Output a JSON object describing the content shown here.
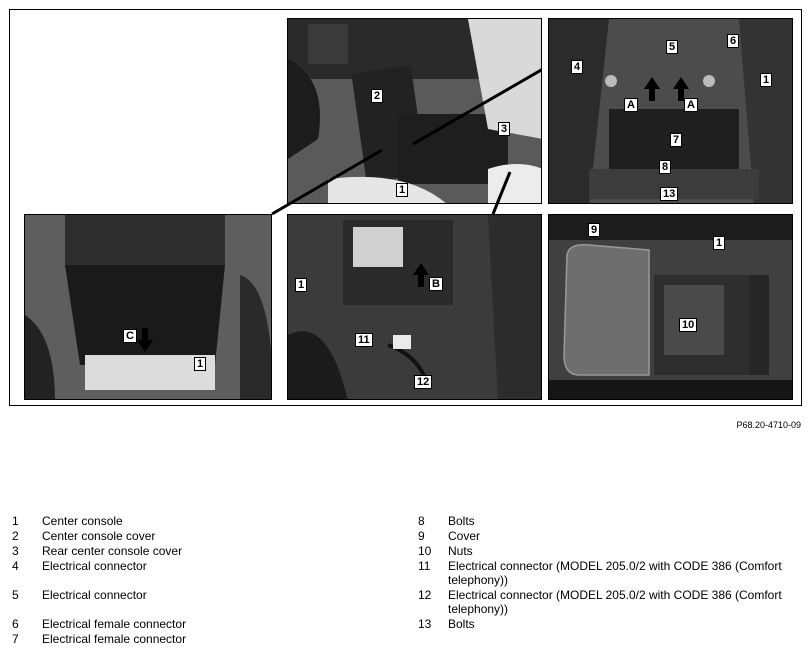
{
  "figure": {
    "reference": "P68.20-4710-09",
    "callouts": {
      "p1": [
        "2",
        "3",
        "1"
      ],
      "p2": [
        "6",
        "5",
        "4",
        "1",
        "A",
        "A",
        "7",
        "8",
        "13"
      ],
      "p3": [
        "C",
        "1"
      ],
      "p4": [
        "1",
        "B",
        "11",
        "12"
      ],
      "p5": [
        "9",
        "1",
        "10"
      ]
    }
  },
  "legend_left": [
    {
      "num": "1",
      "text": "Center console"
    },
    {
      "num": "2",
      "text": "Center console cover"
    },
    {
      "num": "3",
      "text": "Rear center console cover"
    },
    {
      "num": "4",
      "text": "Electrical connector"
    },
    {
      "num": "5",
      "text": "Electrical connector"
    },
    {
      "num": "6",
      "text": "Electrical female connector"
    },
    {
      "num": "7",
      "text": "Electrical female connector"
    }
  ],
  "legend_right": [
    {
      "num": "8",
      "text": "Bolts"
    },
    {
      "num": "9",
      "text": "Cover"
    },
    {
      "num": "10",
      "text": "Nuts"
    },
    {
      "num": "11",
      "text": "Electrical connector (MODEL 205.0/2 with CODE 386 (Comfort telephony))"
    },
    {
      "num": "12",
      "text": "Electrical connector (MODEL 205.0/2 with CODE 386 (Comfort telephony))"
    },
    {
      "num": "13",
      "text": "Bolts"
    }
  ]
}
